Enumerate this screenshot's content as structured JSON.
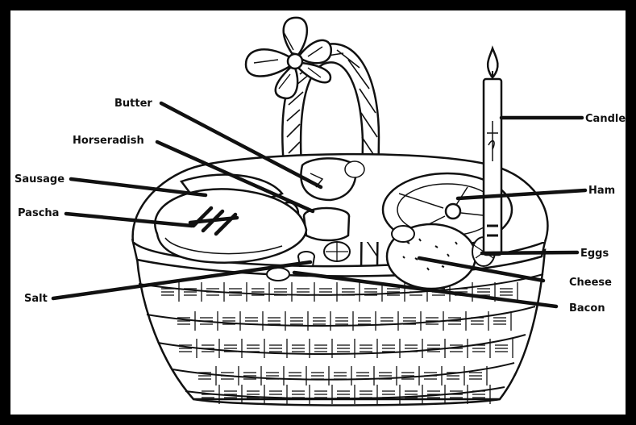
{
  "diagram": {
    "labels": {
      "butter": "Butter",
      "horseradish": "Horseradish",
      "sausage": "Sausage",
      "pascha": "Pascha",
      "salt": "Salt",
      "candle": "Candle",
      "ham": "Ham",
      "eggs": "Eggs",
      "cheese": "Cheese",
      "bacon": "Bacon"
    }
  }
}
